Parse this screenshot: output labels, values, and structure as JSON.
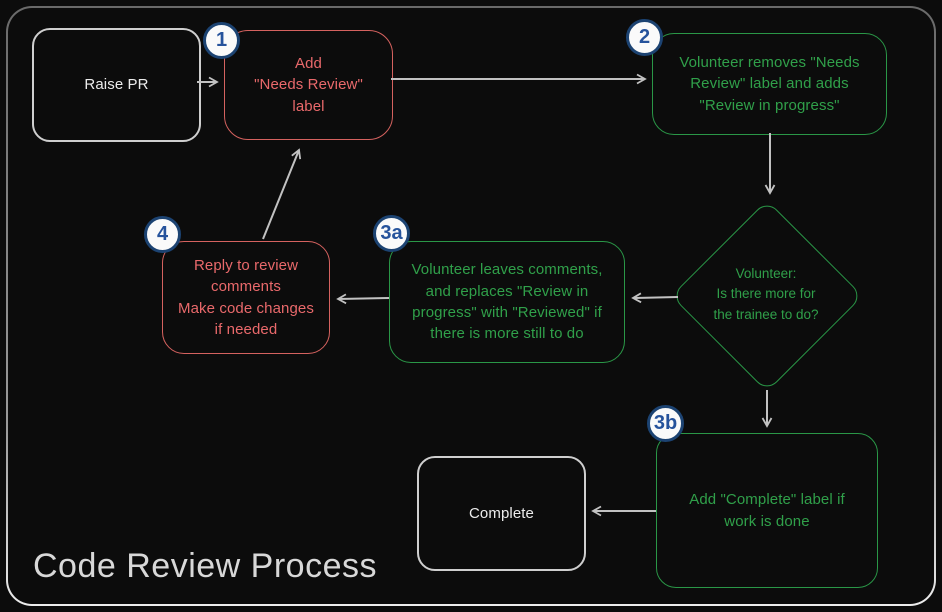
{
  "title": "Code Review Process",
  "colors": {
    "background": "#0c0c0c",
    "red_accent": "#e9696b",
    "green_accent": "#30a04a",
    "neutral_box": "#cfcfcf",
    "badge_ring": "#1c4372",
    "badge_text": "#26539c",
    "arrow": "#c2c2c2",
    "frame_border_top": "#6a6a6a",
    "frame_border_bottom": "#ededed"
  },
  "badges": {
    "b1": "1",
    "b2": "2",
    "b3a": "3a",
    "b3b": "3b",
    "b4": "4"
  },
  "nodes": {
    "raise_pr": {
      "text": "Raise PR"
    },
    "add_needs_review": {
      "text": "Add\n\"Needs Review\"\nlabel"
    },
    "volunteer_removes": {
      "text": "Volunteer removes \"Needs\nReview\" label and adds\n\"Review in progress\""
    },
    "decision": {
      "text": "Volunteer:\nIs there more for\nthe trainee to do?"
    },
    "volunteer_leaves": {
      "text": "Volunteer leaves comments,\nand replaces \"Review in\nprogress\" with \"Reviewed\" if\nthere is more still to do"
    },
    "reply_to_comments": {
      "text": "Reply to review\ncomments\nMake code changes\nif needed"
    },
    "add_complete": {
      "text": "Add \"Complete\" label if\nwork is done"
    },
    "complete": {
      "text": "Complete"
    }
  }
}
